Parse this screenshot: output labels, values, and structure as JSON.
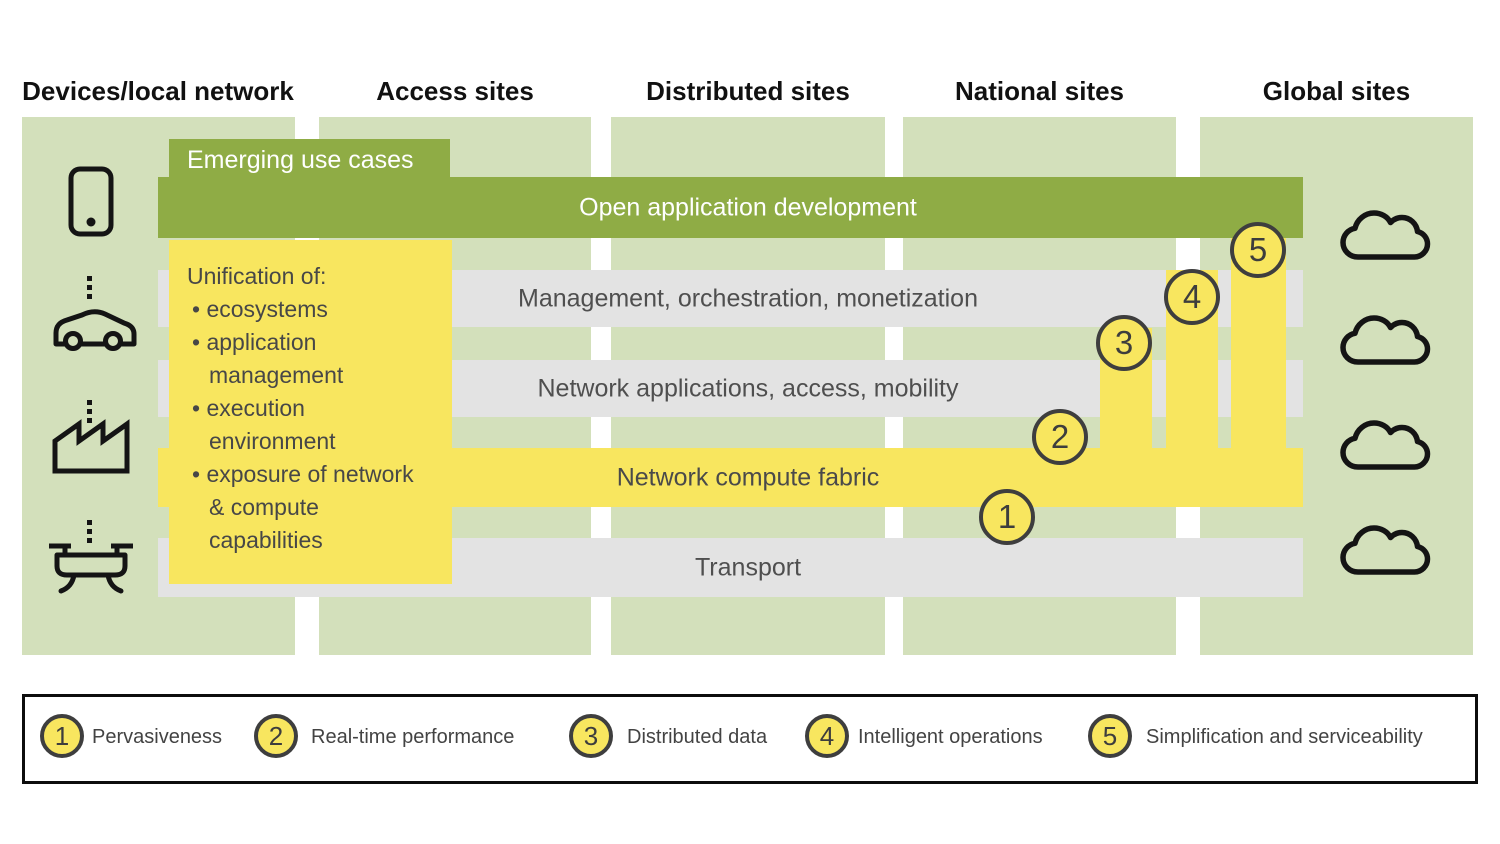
{
  "columns": [
    "Devices/local network",
    "Access sites",
    "Distributed sites",
    "National sites",
    "Global sites"
  ],
  "emerging": {
    "label": "Emerging use cases"
  },
  "bars": {
    "open": "Open application development",
    "management": "Management, orchestration, monetization",
    "network_apps": "Network applications, access, mobility",
    "fabric": "Network compute fabric",
    "transport": "Transport"
  },
  "unification": {
    "title": "Unification of:",
    "items": [
      "ecosystems",
      "application\nmanagement",
      "execution\nenvironment",
      "exposure of network\n& compute\ncapabilities"
    ]
  },
  "markers": [
    "1",
    "2",
    "3",
    "4",
    "5"
  ],
  "legend": [
    {
      "num": "1",
      "label": "Pervasiveness"
    },
    {
      "num": "2",
      "label": "Real-time performance"
    },
    {
      "num": "3",
      "label": "Distributed data"
    },
    {
      "num": "4",
      "label": "Intelligent operations"
    },
    {
      "num": "5",
      "label": "Simplification and serviceability"
    }
  ],
  "icons": {
    "devices": [
      "smartphone-icon",
      "car-icon",
      "factory-icon",
      "drone-icon"
    ],
    "cloud": "cloud-icon",
    "cloud_count": 4
  },
  "colors": {
    "olive": "#8FAC45",
    "light-green": "#D3E0BB",
    "yellow": "#F8E65F",
    "gray-bar": "#E3E3E3",
    "ink": "#111111",
    "text-gray": "#4F4F4F",
    "circle-stroke": "#3E3E3E"
  }
}
